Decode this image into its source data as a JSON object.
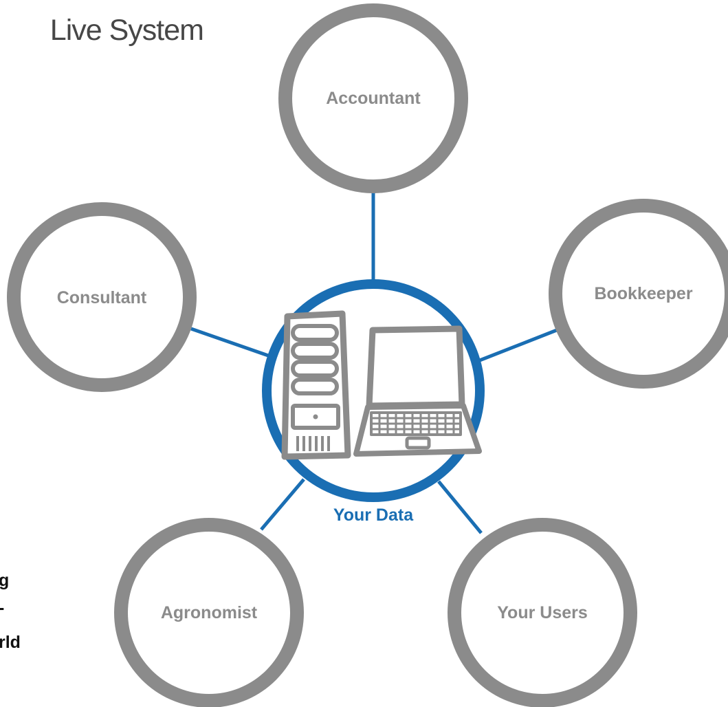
{
  "title": "Live System",
  "center_label": "Your Data",
  "nodes": {
    "accountant": "Accountant",
    "bookkeeper": "Bookkeeper",
    "consultant": "Consultant",
    "agronomist": "Agronomist",
    "your_users": "Your Users"
  },
  "partial_text": [
    "g",
    "-",
    "rld"
  ],
  "colors": {
    "ring": "#8b8b8b",
    "accent": "#1a6eb3",
    "title": "#474747"
  },
  "icons": [
    "server-tower-icon",
    "laptop-icon"
  ]
}
